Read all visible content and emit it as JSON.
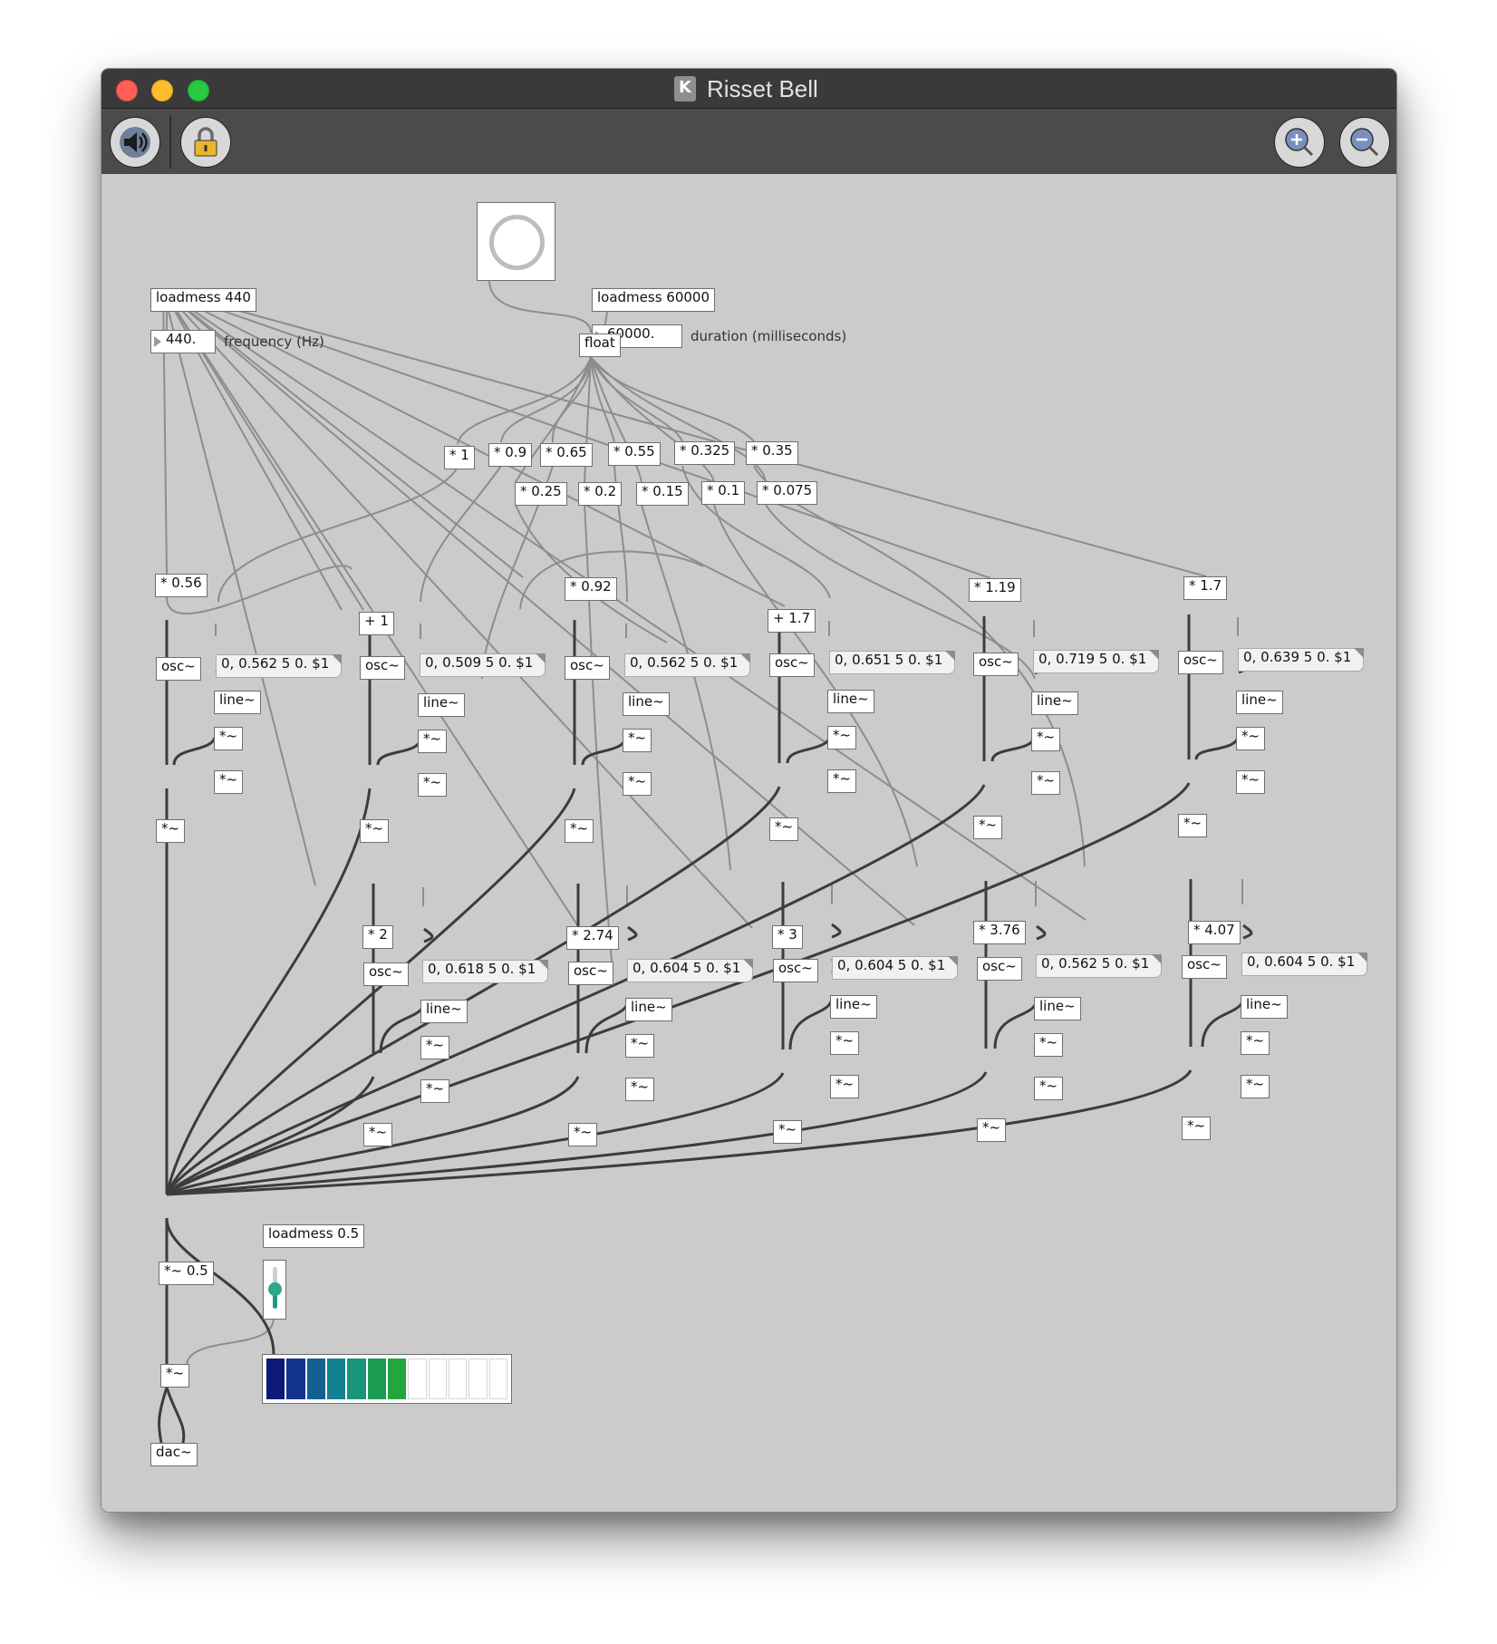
{
  "window": {
    "title": "Risset Bell",
    "app_icon_label": "K"
  },
  "toolbar": {
    "dsp_icon": "speaker-icon",
    "lock_icon": "lock-icon",
    "zoom_in_icon": "zoom-in-icon",
    "zoom_out_icon": "zoom-out-icon"
  },
  "top": {
    "loadmess_freq": "loadmess 440",
    "freq_value": "440.",
    "freq_comment": "frequency (Hz)",
    "loadmess_dur": "loadmess 60000",
    "dur_value": "60000.",
    "dur_comment": "duration (milliseconds)",
    "float": "float"
  },
  "dur_mults": [
    "* 1",
    "* 0.9",
    "* 0.65",
    "* 0.55",
    "* 0.325",
    "* 0.35",
    "* 0.25",
    "* 0.2",
    "* 0.15",
    "* 0.1",
    "* 0.075"
  ],
  "freq_ops": [
    "* 0.56",
    "+ 1",
    "* 0.92",
    "+ 1.7",
    "* 1.19",
    "* 1.7",
    "* 2",
    "* 2.74",
    "* 3",
    "* 3.76",
    "* 4.07"
  ],
  "partial_msgs": [
    "0, 0.562 5 0. $1",
    "0, 0.509 5 0. $1",
    "0, 0.562 5 0. $1",
    "0, 0.651 5 0. $1",
    "0, 0.719 5 0. $1",
    "0, 0.639 5 0. $1",
    "0, 0.618 5 0. $1",
    "0, 0.604 5 0. $1",
    "0, 0.604 5 0. $1",
    "0, 0.562 5 0. $1",
    "0, 0.604 5 0. $1"
  ],
  "labels": {
    "osc": "osc~",
    "line": "line~",
    "mul": "*~",
    "mul_half": "*~ 0.5",
    "loadmess_gain": "loadmess 0.5",
    "dac": "dac~"
  },
  "gain": {
    "slider_level": 0.5
  },
  "meter": {
    "lit_segments": 7,
    "total_segments": 12,
    "colors": [
      "#0d1a78",
      "#14348c",
      "#15608f",
      "#148192",
      "#18947a",
      "#1c9d53",
      "#22a63e"
    ]
  }
}
